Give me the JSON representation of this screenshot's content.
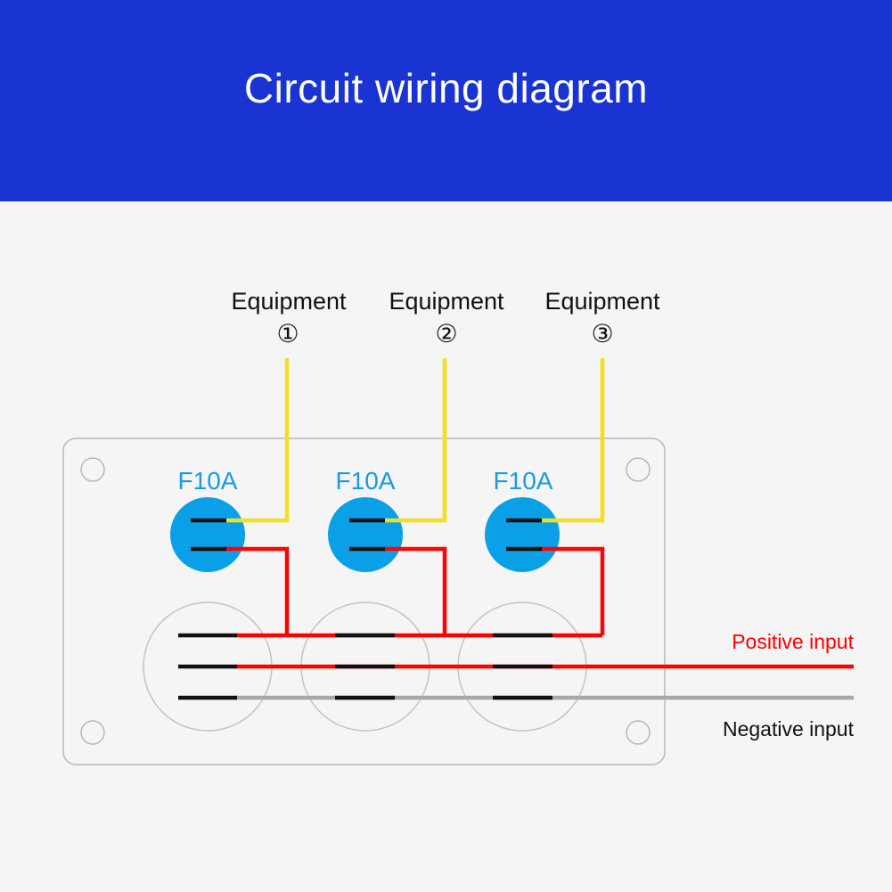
{
  "header": {
    "title": "Circuit wiring diagram",
    "background": "#1a33d3"
  },
  "equipment": [
    {
      "label": "Equipment",
      "number": "①"
    },
    {
      "label": "Equipment",
      "number": "②"
    },
    {
      "label": "Equipment",
      "number": "③"
    }
  ],
  "fuses": [
    {
      "rating": "F10A"
    },
    {
      "rating": "F10A"
    },
    {
      "rating": "F10A"
    }
  ],
  "inputs": {
    "positive": "Positive input",
    "negative": "Negative input"
  },
  "colors": {
    "load_wire": "#f0e020",
    "positive_wire": "#ff0000",
    "negative_wire": "#a8a8a8",
    "fuse_fill": "#0aa0e8",
    "fuse_label": "#1a9ae0",
    "terminal": "#111111",
    "panel_outline": "#b8b8b8"
  }
}
